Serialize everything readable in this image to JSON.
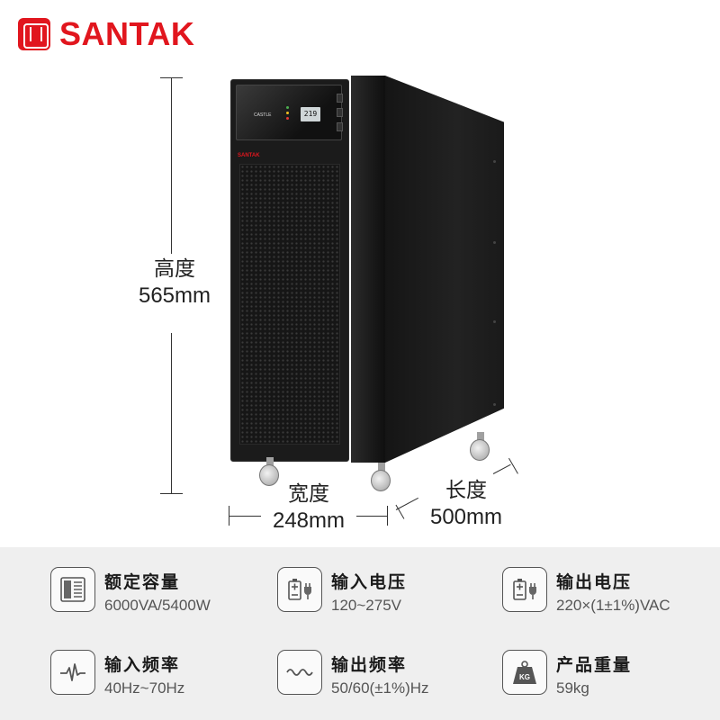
{
  "brand": {
    "name": "SANTAK",
    "color": "#e1161e"
  },
  "product": {
    "model_tag": "CASTLE",
    "panel_logo": "SANTAK",
    "lcd_reading": "219"
  },
  "dimensions": {
    "height": {
      "label": "高度",
      "value": "565mm"
    },
    "width": {
      "label": "宽度",
      "value": "248mm"
    },
    "depth": {
      "label": "长度",
      "value": "500mm"
    }
  },
  "specs": [
    {
      "icon": "capacity-icon",
      "title": "额定容量",
      "value": "6000VA/5400W"
    },
    {
      "icon": "input-voltage-icon",
      "title": "输入电压",
      "value": "120~275V"
    },
    {
      "icon": "output-voltage-icon",
      "title": "输出电压",
      "value": "220×(1±1%)VAC"
    },
    {
      "icon": "input-frequency-icon",
      "title": "输入频率",
      "value": "40Hz~70Hz"
    },
    {
      "icon": "output-frequency-icon",
      "title": "输出频率",
      "value": "50/60(±1%)Hz"
    },
    {
      "icon": "weight-icon",
      "title": "产品重量",
      "value": "59kg"
    }
  ]
}
